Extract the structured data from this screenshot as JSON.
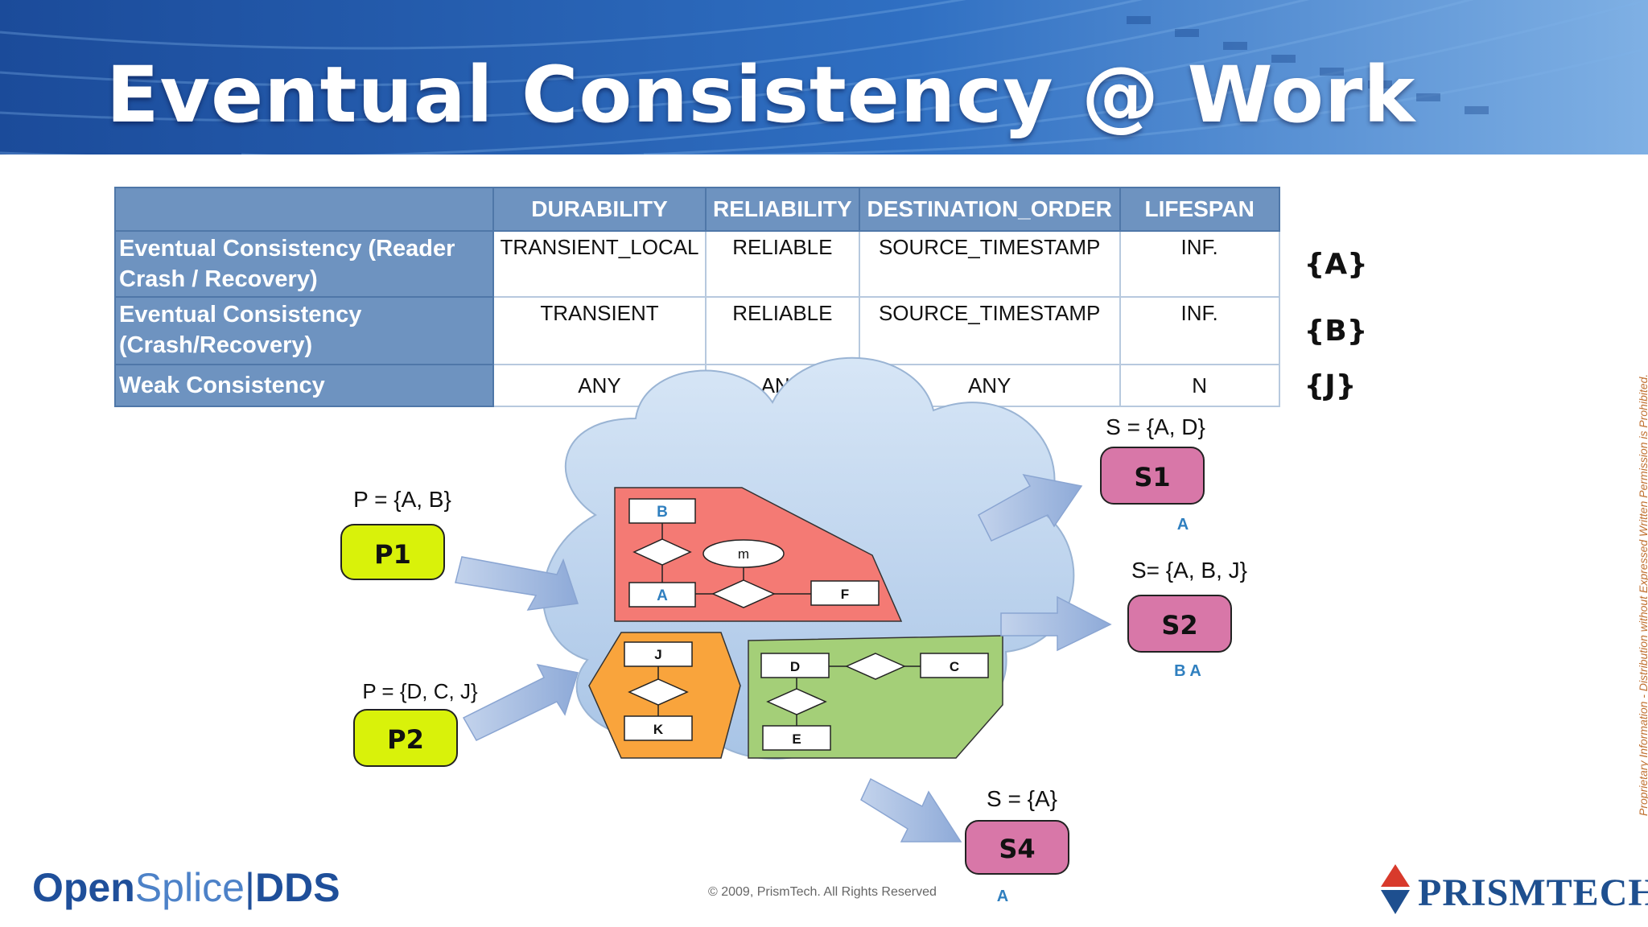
{
  "title": "Eventual Consistency @ Work",
  "table": {
    "headers": [
      "",
      "DURABILITY",
      "RELIABILITY",
      "DESTINATION_ORDER",
      "LIFESPAN"
    ],
    "rows": [
      {
        "label_line1": "Eventual Consistency (Reader",
        "label_line2": "Crash / Recovery)",
        "cells": [
          "TRANSIENT_LOCAL",
          "RELIABLE",
          "SOURCE_TIMESTAMP",
          "INF."
        ],
        "tag": "{A}"
      },
      {
        "label_line1": "Eventual Consistency",
        "label_line2": "(Crash/Recovery)",
        "cells": [
          "TRANSIENT",
          "RELIABLE",
          "SOURCE_TIMESTAMP",
          "INF."
        ],
        "tag": "{B}"
      },
      {
        "label_line1": "Weak Consistency",
        "label_line2": "",
        "cells": [
          "ANY",
          "ANY",
          "ANY",
          "N"
        ],
        "tag": "{J}"
      }
    ]
  },
  "diagram": {
    "publishers": [
      {
        "label": "P1",
        "set": "P = {A, B}"
      },
      {
        "label": "P2",
        "set": "P = {D, C, J}"
      }
    ],
    "subscribers": [
      {
        "label": "S1",
        "set": "S = {A, D}",
        "received": "A"
      },
      {
        "label": "S2",
        "set": "S= {A, B, J}",
        "received": "B A"
      },
      {
        "label": "S4",
        "set": "S = {A}",
        "received": "A"
      }
    ],
    "red_region": {
      "boxes": [
        "B",
        "A",
        "F"
      ],
      "oval": "m"
    },
    "orange_region": {
      "boxes": [
        "J",
        "K"
      ]
    },
    "green_region": {
      "boxes": [
        "D",
        "C",
        "E"
      ]
    },
    "colors": {
      "publisher": "#d9f20a",
      "subscriber": "#d877a8",
      "red": "#f47a74",
      "orange": "#f9a43c",
      "green": "#a4cf78",
      "cloud": "#bcd4ee",
      "arrow": "#9bb4dc",
      "tag_blue": "#2f7fbf"
    }
  },
  "footer": {
    "copyright": "© 2009, PrismTech. All Rights Reserved",
    "logo_left_open": "Open",
    "logo_left_splice": "Splice",
    "logo_left_sep": "|",
    "logo_left_dds": "DDS",
    "logo_right": "PRISMTECH",
    "side_note": "Proprietary Information - Distribution without Expressed Written Permission is Prohibited."
  }
}
